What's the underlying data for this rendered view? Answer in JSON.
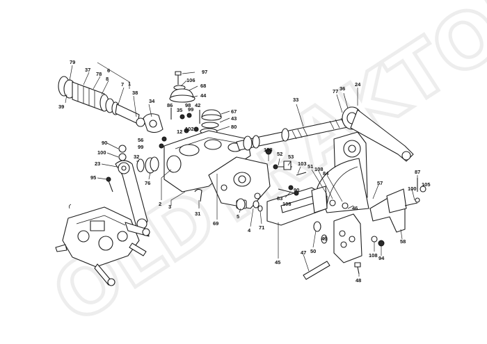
{
  "watermark": "OLDTRAKTOROS",
  "callouts": {
    "c79": "79",
    "c37": "37",
    "c78": "78",
    "c6": "6",
    "c8": "8",
    "c7": "7",
    "c1": "1",
    "c38": "38",
    "c39": "39",
    "c34": "34",
    "c97": "97",
    "c106": "106",
    "c68": "68",
    "c44": "44",
    "c86": "86",
    "c35": "35",
    "c98": "98",
    "c99a": "99",
    "c42": "42",
    "c67": "67",
    "c43": "43",
    "c80": "80",
    "c12": "12",
    "c102": "102",
    "c56": "56",
    "c99b": "99",
    "c33": "33",
    "c77": "77",
    "c36": "36",
    "c24": "24",
    "c90a": "90",
    "c100a": "100",
    "c23": "23",
    "c32": "32",
    "c76": "76",
    "c95": "95",
    "c2": "2",
    "c3": "3",
    "c31": "31",
    "c69": "69",
    "c108a": "108",
    "c52": "52",
    "c53": "53",
    "c103": "103",
    "c51": "51",
    "c108b": "108",
    "c84": "84",
    "c83": "83",
    "c108c": "108",
    "c90b": "90",
    "c5": "5",
    "c4": "4",
    "c71": "71",
    "c57": "57",
    "c87": "87",
    "c100b": "100",
    "c105": "105",
    "c46": "46",
    "c49": "49",
    "c50": "50",
    "c45": "45",
    "c47": "47",
    "c48": "48",
    "c108d": "108",
    "c94": "94",
    "c58": "58"
  }
}
